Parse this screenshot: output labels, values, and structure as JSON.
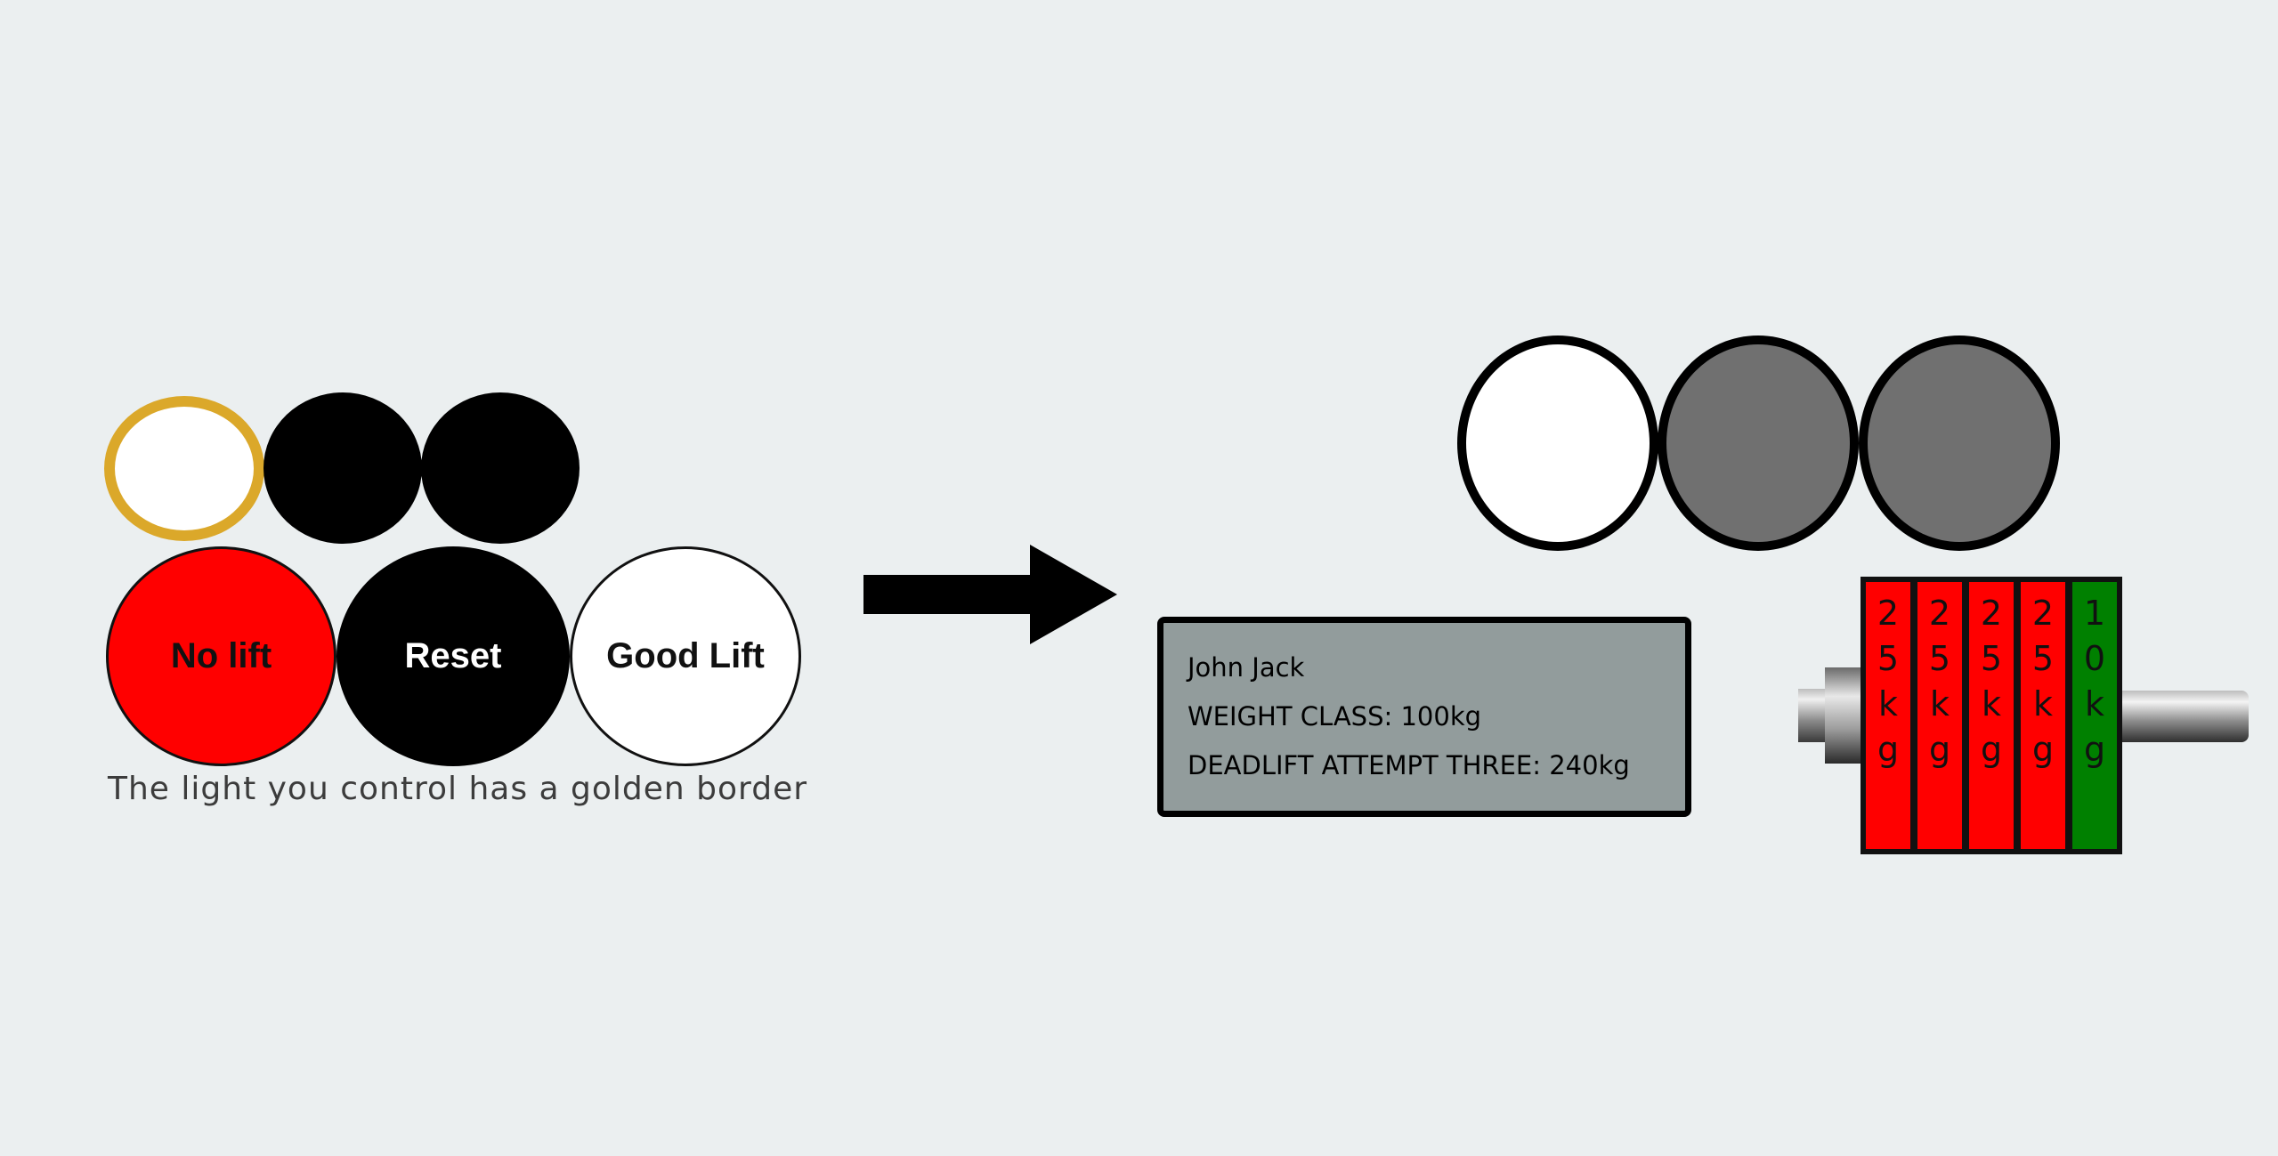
{
  "controls": {
    "indicator_lights": [
      {
        "color": "#ffffff",
        "border": "#dba82a",
        "note": "controlled"
      },
      {
        "color": "#000000"
      },
      {
        "color": "#000000"
      }
    ],
    "buttons": [
      {
        "label": "No lift",
        "color": "#ff0000"
      },
      {
        "label": "Reset",
        "color": "#000000"
      },
      {
        "label": "Good Lift",
        "color": "#ffffff"
      }
    ],
    "caption": "The light you control has a golden border"
  },
  "result_lights": [
    {
      "color": "#ffffff"
    },
    {
      "color": "#707070"
    },
    {
      "color": "#707070"
    }
  ],
  "lifter": {
    "name": "John Jack",
    "weight_class": "WEIGHT CLASS: 100kg",
    "attempt": "DEADLIFT ATTEMPT THREE: 240kg"
  },
  "plates": [
    {
      "label": "25kg",
      "color": "#ff0000"
    },
    {
      "label": "25kg",
      "color": "#ff0000"
    },
    {
      "label": "25kg",
      "color": "#ff0000"
    },
    {
      "label": "25kg",
      "color": "#ff0000"
    },
    {
      "label": "10kg",
      "color": "#008000"
    }
  ]
}
